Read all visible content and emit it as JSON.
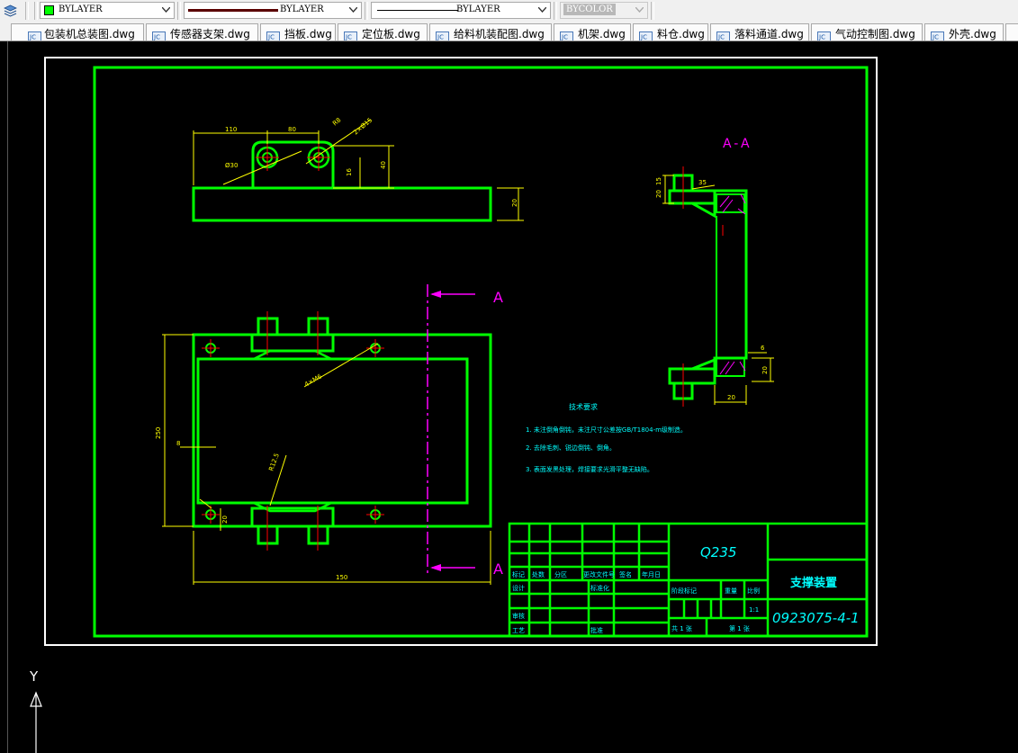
{
  "toolbar": {
    "layer_icon": "layer-states-icon",
    "color_combo": {
      "value": "BYLAYER",
      "swatch_color": "#00ff00"
    },
    "linetype_combo": {
      "value": "BYLAYER",
      "line_color": "#5a0000"
    },
    "lineweight_combo": {
      "value": "BYLAYER"
    },
    "plotstyle_combo": {
      "value": "BYCOLOR"
    }
  },
  "tabs": [
    {
      "label": "包装机总装图.dwg"
    },
    {
      "label": "传感器支架.dwg"
    },
    {
      "label": "挡板.dwg"
    },
    {
      "label": "定位板.dwg"
    },
    {
      "label": "给料机装配图.dwg"
    },
    {
      "label": "机架.dwg"
    },
    {
      "label": "料仓.dwg"
    },
    {
      "label": "落料通道.dwg"
    },
    {
      "label": "气动控制图.dwg"
    },
    {
      "label": "外壳.dwg"
    }
  ],
  "drawing": {
    "colors": {
      "border": "#00ff00",
      "dim": "#ffff00",
      "center": "#ff0000",
      "section": "#ff00ff",
      "note": "#00ffff",
      "sheet_edge": "#ffffff"
    },
    "section_title": "A-A",
    "section_mark": "A",
    "dimensions": {
      "top_view": [
        "110",
        "80",
        "R8",
        "Ø30",
        "16",
        "40",
        "2×Ø15",
        "20"
      ],
      "front_view": [
        "250",
        "8",
        "4×M6",
        "R12.5",
        "150",
        "20"
      ],
      "section_view": [
        "35",
        "20",
        "15",
        "6",
        "20",
        "20"
      ]
    },
    "notes": {
      "title": "技术要求",
      "lines": [
        "1. 未注倒角倒钝，未注尺寸公差按GB/T1804-m级制造。",
        "2. 去除毛刺、锐边倒钝、倒角。",
        "3. 表面发黑处理，焊接要求光滑平整无缺陷。"
      ]
    },
    "title_block": {
      "material": "Q235",
      "part_name": "支撑装置",
      "drawing_number": "0923075-4-1",
      "scale": "1:1",
      "header_labels": [
        "标记",
        "处数",
        "分区",
        "更改文件号",
        "签名",
        "年月日"
      ],
      "row_labels": [
        "设计",
        "标准化"
      ],
      "review_labels": [
        "审核",
        "工艺",
        "批准"
      ],
      "stage_labels": [
        "阶段标记",
        "重量",
        "比例"
      ],
      "sheet_labels": [
        "共 1 张",
        "第 1 张"
      ]
    }
  },
  "ucs": {
    "y_label": "Y"
  }
}
